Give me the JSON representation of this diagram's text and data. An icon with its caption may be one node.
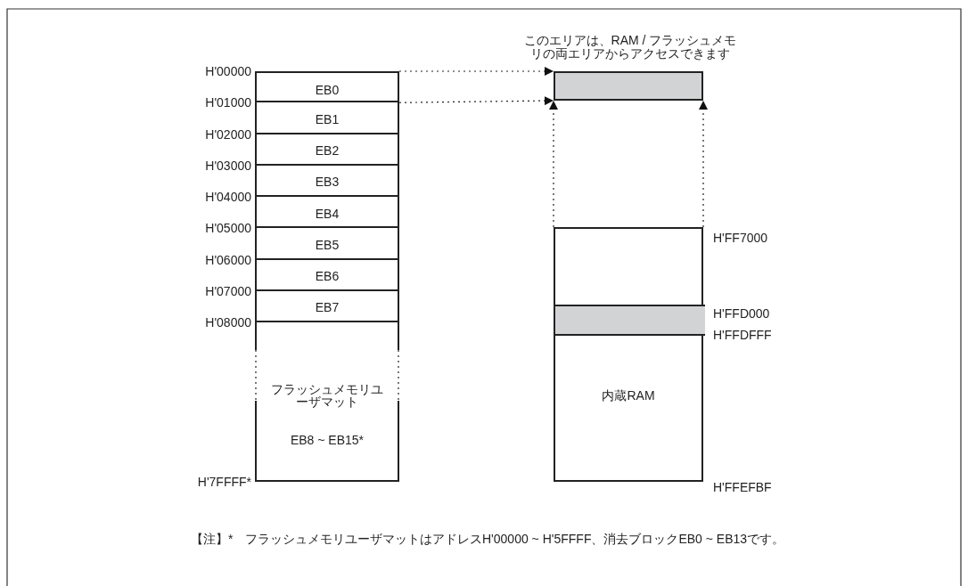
{
  "diagram": {
    "nodes": [
      {
        "text": [
          "EB0"
        ]
      },
      {
        "text": [
          "EB1"
        ]
      },
      {
        "text": [
          "EB2"
        ]
      },
      {
        "text": [
          "EB3"
        ]
      },
      {
        "text": [
          "EB4"
        ]
      },
      {
        "text": [
          "EB5"
        ]
      },
      {
        "text": [
          "EB6"
        ]
      },
      {
        "text": [
          "EB7"
        ]
      },
      {
        "text": [
          "フラッシュメモリユーザマット",
          "EB8 ~ EB15*"
        ]
      },
      {
        "text": [],
        "shape": "box",
        "beside": [
          "このエリアは、RAM / フラッシュメモリの両エリアからアクセスできます"
        ]
      },
      {
        "text": [
          "内蔵RAM"
        ]
      },
      {
        "text": [],
        "shape": "bar",
        "in": 10
      }
    ],
    "edges": [
      {
        "from": 0,
        "to": 9,
        "arrow": "to",
        "style": "dashed"
      },
      {
        "from": 0,
        "to": 9,
        "arrow": "to",
        "style": "dashed"
      },
      {
        "from": 10,
        "to": 9,
        "arrow": "to",
        "style": "dashed"
      },
      {
        "from": 10,
        "to": 9,
        "arrow": "to",
        "style": "dashed"
      }
    ],
    "labels": [
      "H'00000",
      "H'01000",
      "H'02000",
      "H'03000",
      "H'04000",
      "H'05000",
      "H'06000",
      "H'07000",
      "H'08000",
      "H'7FFFF*",
      "H'FF7000",
      "H'FFD000",
      "H'FFDFFF",
      "H'FFEFBF",
      "【注】*",
      "フラッシュメモリユーザマットはアドレスH'00000 ~ H'5FFFF、消去ブロックEB0 ~ EB13です。"
    ]
  }
}
